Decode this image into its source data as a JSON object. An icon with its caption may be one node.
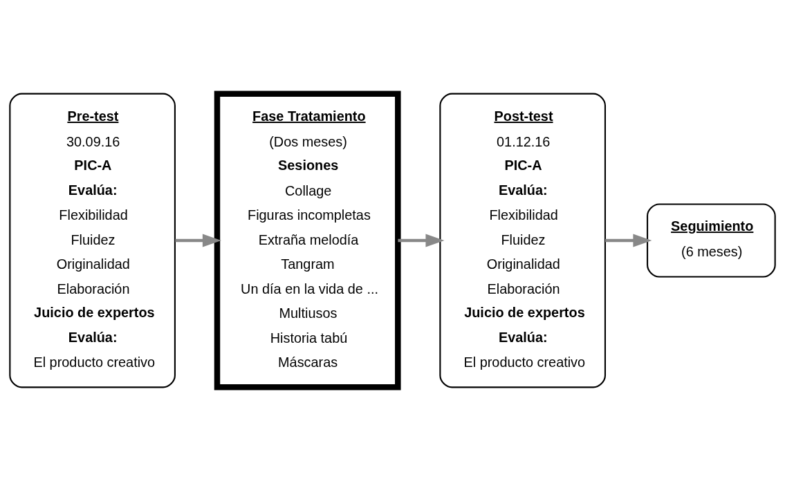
{
  "diagram": {
    "nodes": [
      {
        "text": [
          "Pre-test",
          "30.09.16",
          "PIC-A",
          "Evalúa:",
          "Flexibilidad",
          "Fluidez",
          "Originalidad",
          "Elaboración",
          "Juicio de expertos",
          "Evalúa:",
          "El producto creativo"
        ]
      },
      {
        "text": [
          "Fase Tratamiento",
          "(Dos meses)",
          "Sesiones",
          "Collage",
          "Figuras incompletas",
          "Extraña melodía",
          "Tangram",
          "Un día en la vida de ...",
          "Multiusos",
          "Historia tabú",
          "Máscaras"
        ]
      },
      {
        "text": [
          "Post-test",
          "01.12.16",
          "PIC-A",
          "Evalúa:",
          "Flexibilidad",
          "Fluidez",
          "Originalidad",
          "Elaboración",
          "Juicio de expertos",
          "Evalúa:",
          "El producto creativo"
        ]
      },
      {
        "text": [
          "Seguimiento",
          "(6 meses)"
        ]
      }
    ],
    "edges": [
      {
        "from": 0,
        "to": 1,
        "arrow": "to"
      },
      {
        "from": 1,
        "to": 2,
        "arrow": "to"
      },
      {
        "from": 2,
        "to": 3,
        "arrow": "to"
      }
    ]
  }
}
